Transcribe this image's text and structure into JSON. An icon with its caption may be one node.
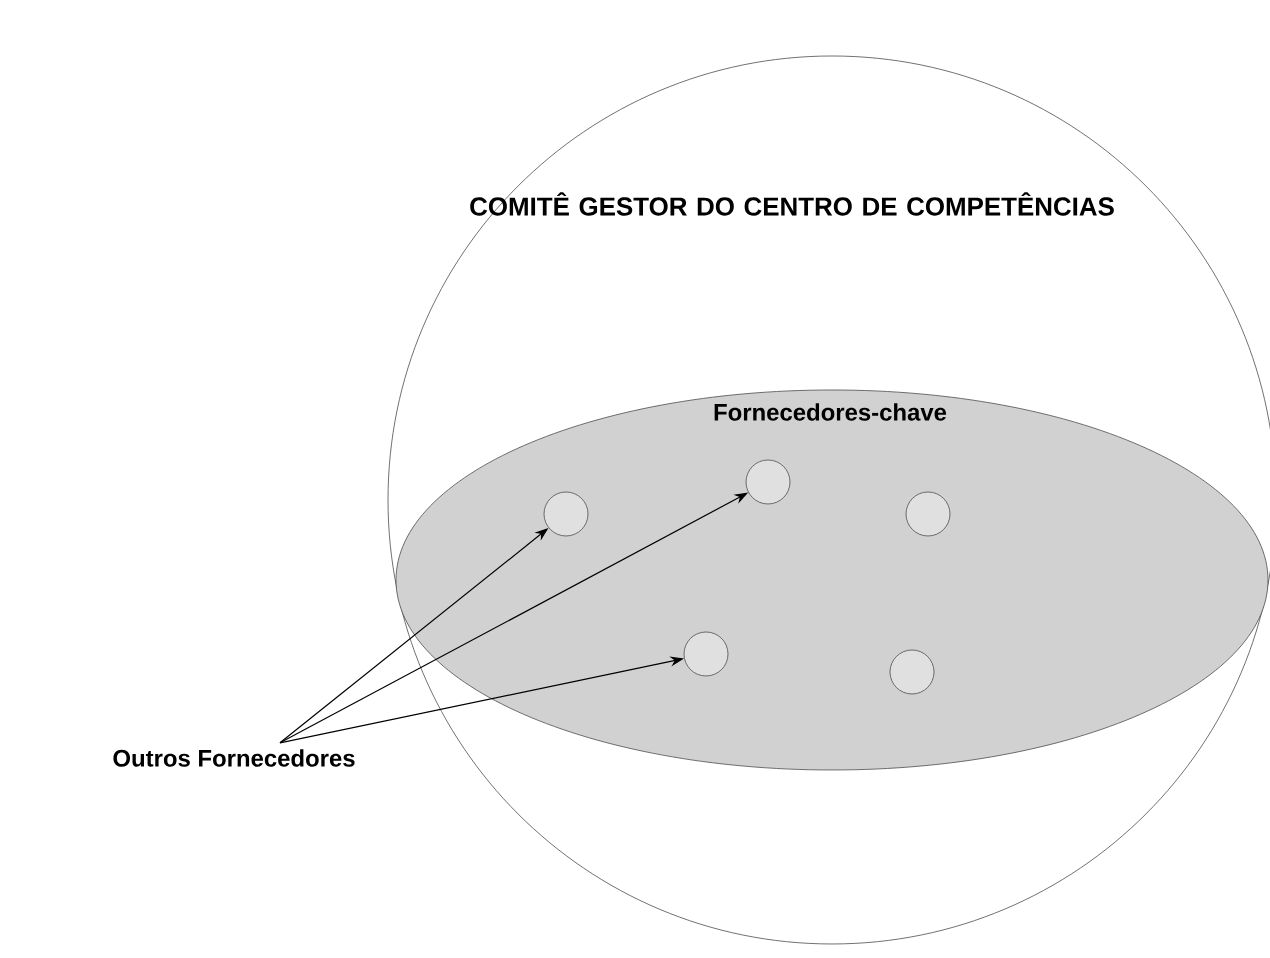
{
  "diagram": {
    "nodes": [
      {
        "text": [
          "COMITÊ GESTOR DO CENTRO DE COMPETÊNCIAS"
        ]
      },
      {
        "text": [
          "Fornecedores-chave"
        ],
        "in": 0
      },
      {
        "text": [],
        "shape": "circle",
        "in": 1
      },
      {
        "text": [],
        "shape": "circle",
        "in": 1
      },
      {
        "text": [],
        "shape": "circle",
        "in": 1
      },
      {
        "text": [],
        "shape": "circle",
        "in": 1
      },
      {
        "text": [],
        "shape": "circle",
        "in": 1
      },
      {
        "text": [
          "Outros Fornecedores"
        ]
      }
    ],
    "edges": [
      {
        "from": 7,
        "to": 2,
        "arrow": "to"
      },
      {
        "from": 7,
        "to": 3,
        "arrow": "to"
      },
      {
        "from": 7,
        "to": 5,
        "arrow": "to"
      }
    ]
  }
}
